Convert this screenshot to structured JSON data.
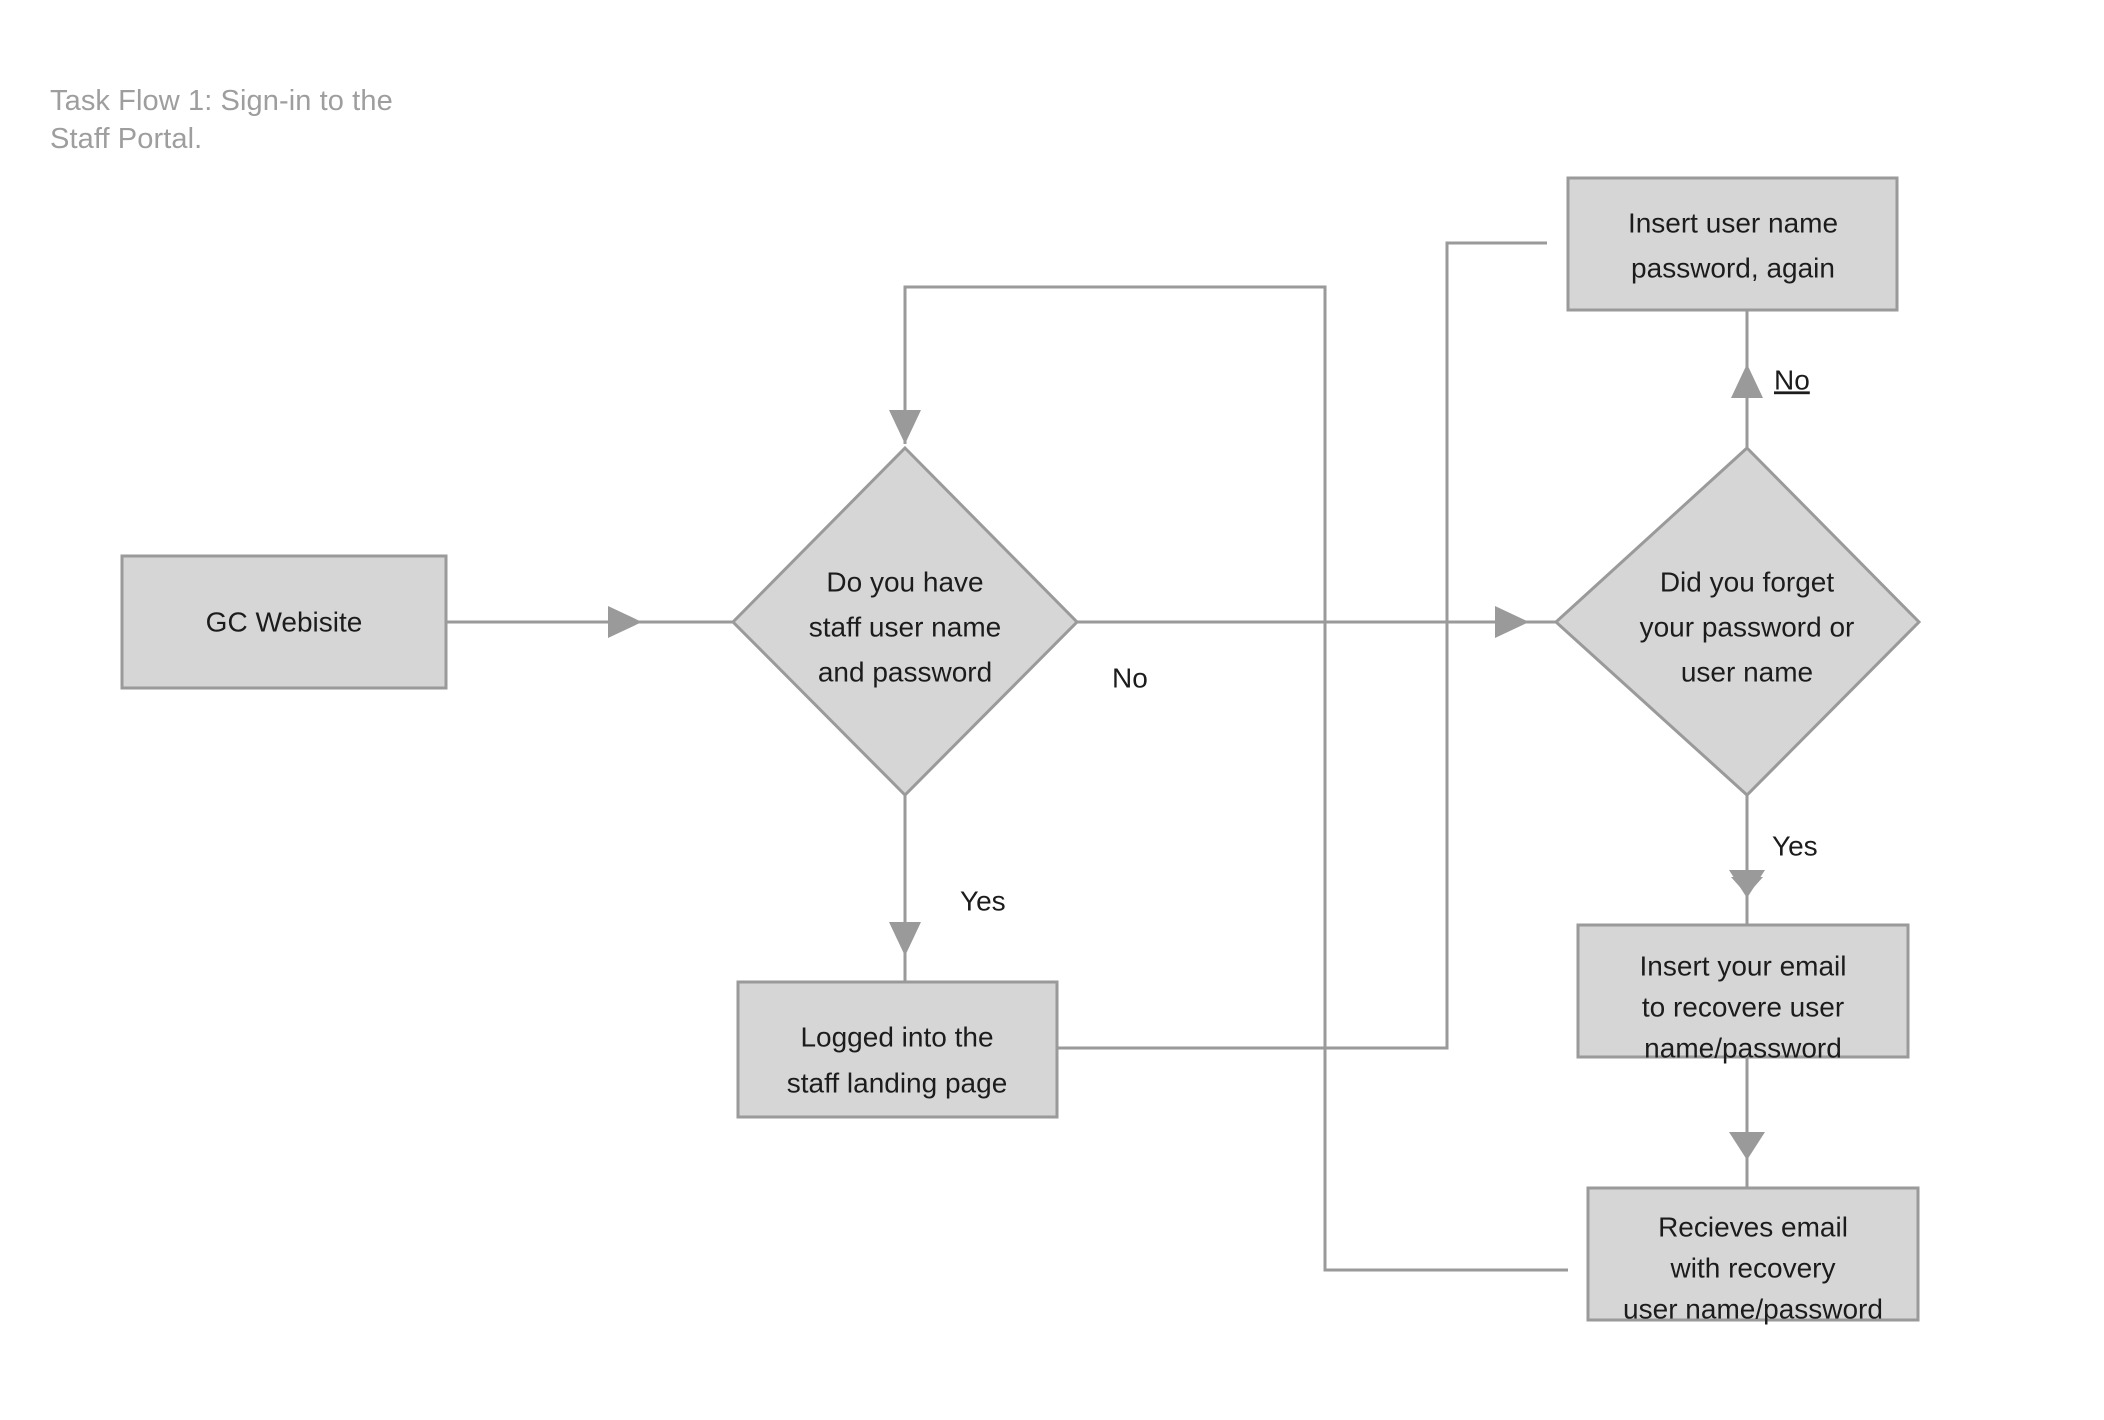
{
  "diagram": {
    "title": "Task Flow 1: Sign-in to the\nStaff Portal.",
    "title_color": "#9e9e9e",
    "background_color": "#ffffff",
    "node_fill": "#d6d6d6",
    "node_stroke": "#9a9a9a",
    "text_color": "#1c1c1c",
    "highlight_underline_color": "#1673e8",
    "type": "flowchart",
    "nodes": [
      {
        "id": "gc-website",
        "shape": "process",
        "lines": [
          "GC Webisite"
        ]
      },
      {
        "id": "have-credentials",
        "shape": "decision",
        "lines": [
          "Do you have",
          "staff user name",
          "and password"
        ]
      },
      {
        "id": "logged-in",
        "shape": "process",
        "lines": [
          "Logged into the",
          "staff landing page"
        ]
      },
      {
        "id": "insert-again",
        "shape": "process",
        "lines": [
          "Insert user name",
          "password, again"
        ]
      },
      {
        "id": "forgot",
        "shape": "decision",
        "lines": [
          "Did you forget",
          "your password or",
          "user name"
        ]
      },
      {
        "id": "insert-email",
        "shape": "process",
        "lines": [
          "Insert your email",
          "to recovere user",
          "name/password"
        ]
      },
      {
        "id": "recieves-email",
        "shape": "process",
        "lines": [
          "Recieves email",
          "with recovery",
          "user name/password"
        ]
      }
    ],
    "edge_labels": [
      {
        "id": "have-credentials-no",
        "text": "No",
        "underlined": false
      },
      {
        "id": "have-credentials-yes",
        "text": "Yes",
        "underlined": false
      },
      {
        "id": "forgot-no",
        "text": "No",
        "underlined": true
      },
      {
        "id": "forgot-yes",
        "text": "Yes",
        "underlined": false
      }
    ]
  }
}
